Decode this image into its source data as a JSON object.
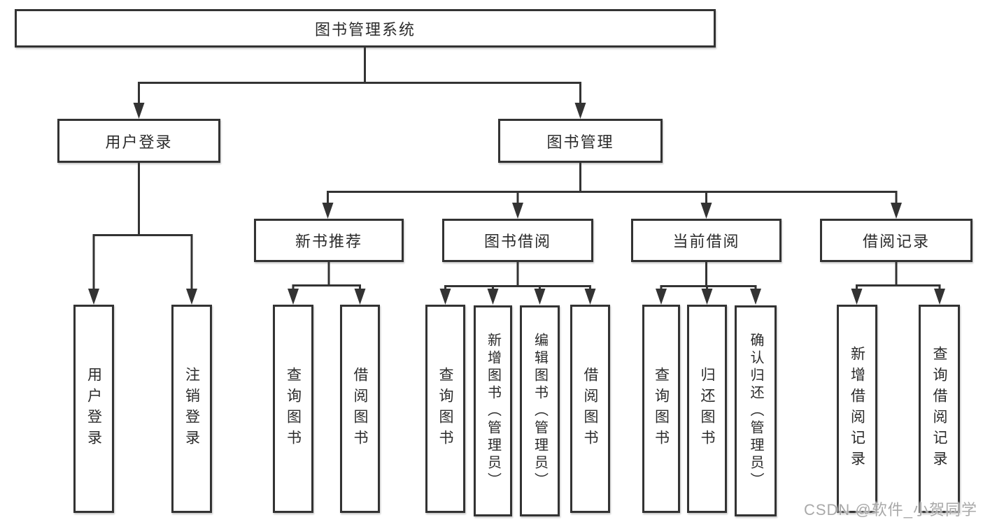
{
  "diagram": {
    "root": {
      "label": "图书管理系统"
    },
    "level2": [
      {
        "label": "用户登录"
      },
      {
        "label": "图书管理"
      }
    ],
    "level3": [
      {
        "label": "新书推荐"
      },
      {
        "label": "图书借阅"
      },
      {
        "label": "当前借阅"
      },
      {
        "label": "借阅记录"
      }
    ],
    "leaves": [
      {
        "label": "用户登录"
      },
      {
        "label": "注销登录"
      },
      {
        "label": "查询图书"
      },
      {
        "label": "借阅图书"
      },
      {
        "label": "查询图书"
      },
      {
        "label": "新增图书（管理员）"
      },
      {
        "label": "编辑图书（管理员）"
      },
      {
        "label": "借阅图书"
      },
      {
        "label": "查询图书"
      },
      {
        "label": "归还图书"
      },
      {
        "label": "确认归还（管理员）"
      },
      {
        "label": "新增借阅记录"
      },
      {
        "label": "查询借阅记录"
      }
    ],
    "colors": {
      "line": "#333333",
      "text": "#2b2b2b",
      "background": "#ffffff",
      "watermark": "#a9a9a9"
    },
    "watermark": "CSDN @软件_小贺同学"
  }
}
